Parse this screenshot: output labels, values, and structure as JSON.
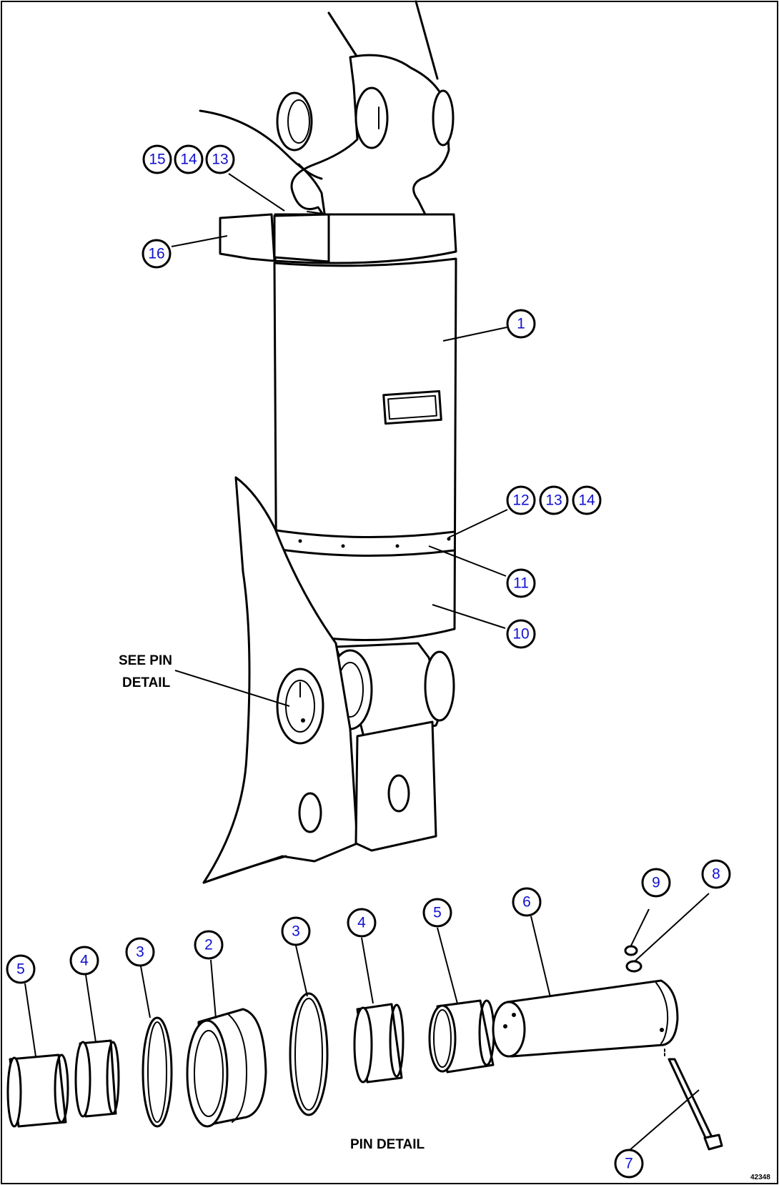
{
  "callouts": [
    "15",
    "14",
    "13",
    "16",
    "1",
    "12",
    "13",
    "14",
    "11",
    "10",
    "9",
    "8",
    "6",
    "5",
    "4",
    "3",
    "2",
    "3",
    "4",
    "5",
    "7"
  ],
  "notes": {
    "see_pin_line1": "SEE PIN",
    "see_pin_line2": "DETAIL",
    "pin_detail": "PIN DETAIL",
    "drawing_id": "42348"
  },
  "colors": {
    "callout_text": "#1010d0",
    "line": "#000000",
    "background": "#ffffff"
  }
}
